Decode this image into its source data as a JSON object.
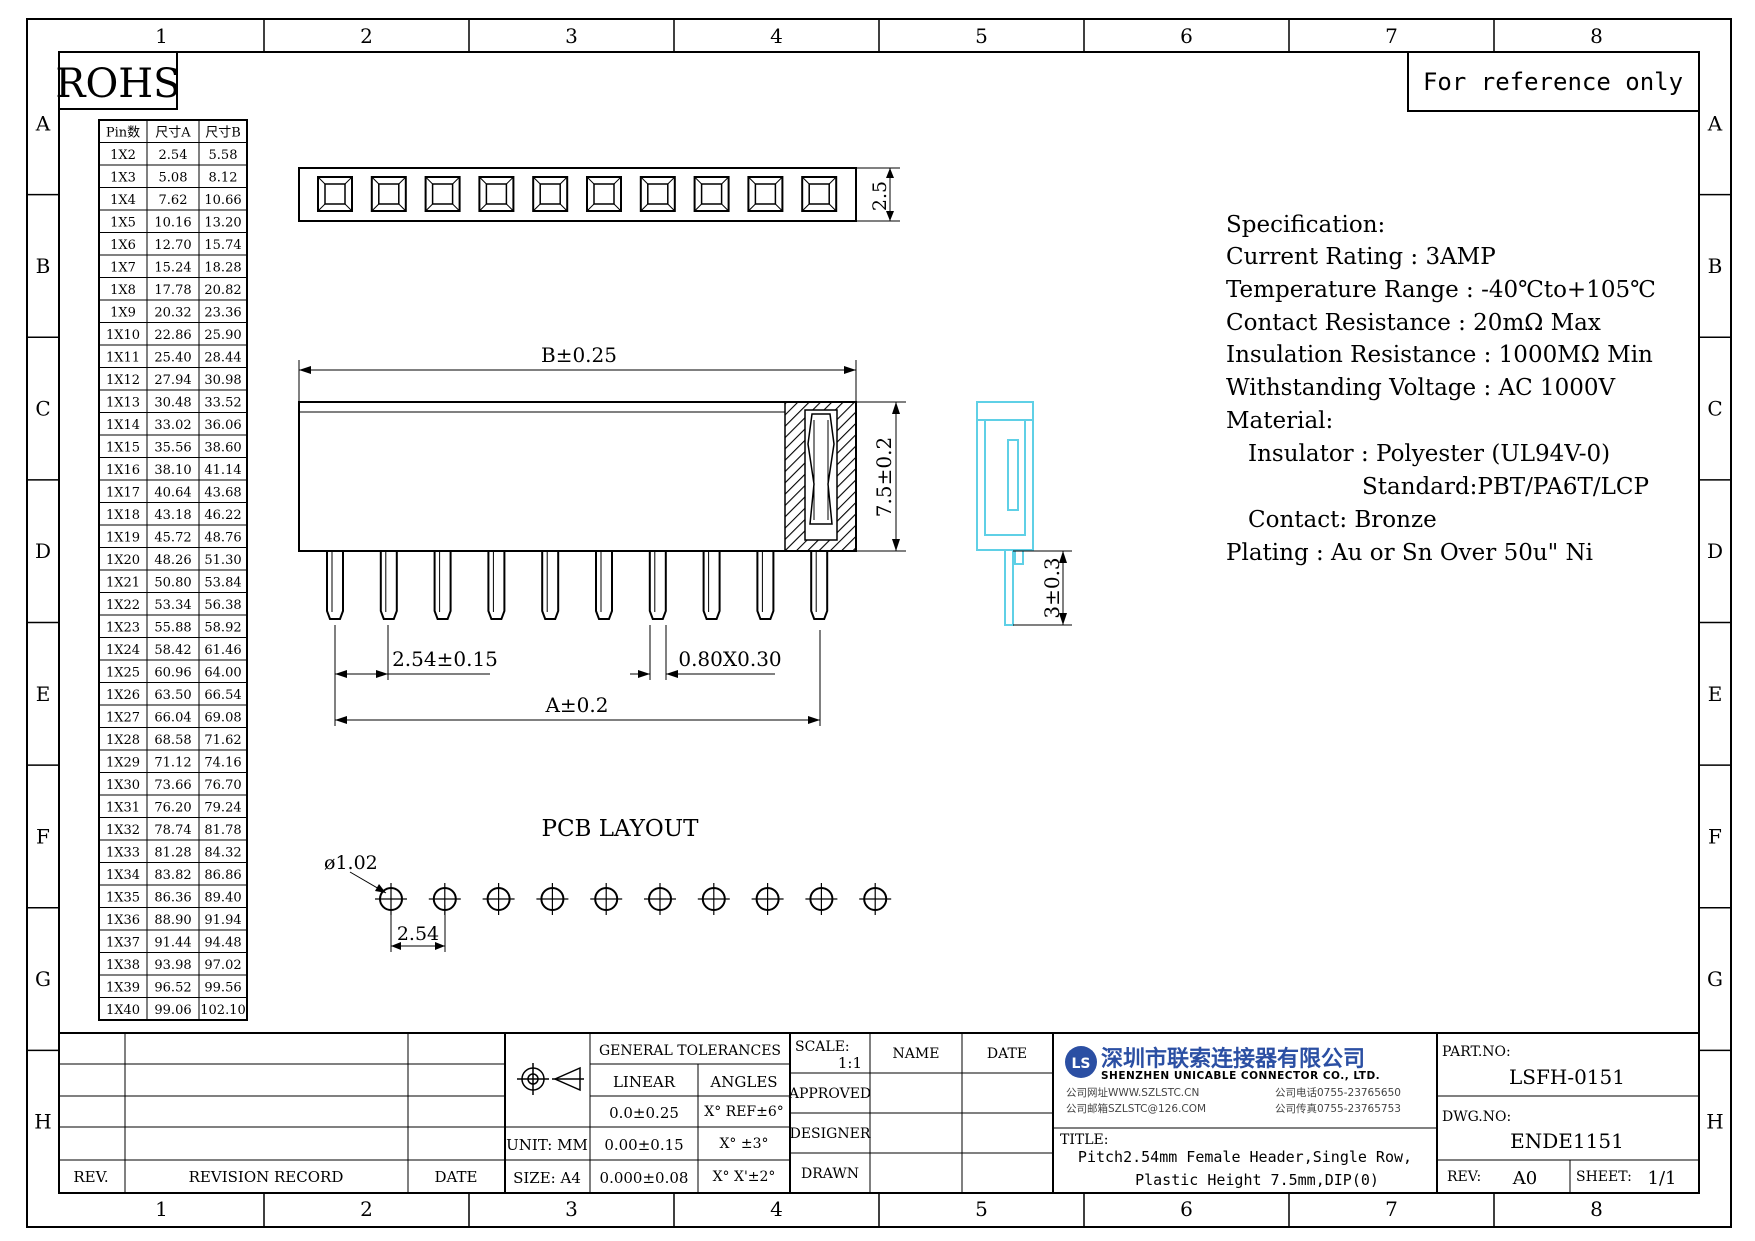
{
  "frame": {
    "columns": [
      "1",
      "2",
      "3",
      "4",
      "5",
      "6",
      "7",
      "8"
    ],
    "rows": [
      "A",
      "B",
      "C",
      "D",
      "E",
      "F",
      "G",
      "H"
    ]
  },
  "rohs_label": "ROHS",
  "reference_note": "For reference only",
  "pin_table": {
    "headers": [
      "Pin数",
      "尺寸A",
      "尺寸B"
    ],
    "rows": [
      [
        "1X2",
        "2.54",
        "5.58"
      ],
      [
        "1X3",
        "5.08",
        "8.12"
      ],
      [
        "1X4",
        "7.62",
        "10.66"
      ],
      [
        "1X5",
        "10.16",
        "13.20"
      ],
      [
        "1X6",
        "12.70",
        "15.74"
      ],
      [
        "1X7",
        "15.24",
        "18.28"
      ],
      [
        "1X8",
        "17.78",
        "20.82"
      ],
      [
        "1X9",
        "20.32",
        "23.36"
      ],
      [
        "1X10",
        "22.86",
        "25.90"
      ],
      [
        "1X11",
        "25.40",
        "28.44"
      ],
      [
        "1X12",
        "27.94",
        "30.98"
      ],
      [
        "1X13",
        "30.48",
        "33.52"
      ],
      [
        "1X14",
        "33.02",
        "36.06"
      ],
      [
        "1X15",
        "35.56",
        "38.60"
      ],
      [
        "1X16",
        "38.10",
        "41.14"
      ],
      [
        "1X17",
        "40.64",
        "43.68"
      ],
      [
        "1X18",
        "43.18",
        "46.22"
      ],
      [
        "1X19",
        "45.72",
        "48.76"
      ],
      [
        "1X20",
        "48.26",
        "51.30"
      ],
      [
        "1X21",
        "50.80",
        "53.84"
      ],
      [
        "1X22",
        "53.34",
        "56.38"
      ],
      [
        "1X23",
        "55.88",
        "58.92"
      ],
      [
        "1X24",
        "58.42",
        "61.46"
      ],
      [
        "1X25",
        "60.96",
        "64.00"
      ],
      [
        "1X26",
        "63.50",
        "66.54"
      ],
      [
        "1X27",
        "66.04",
        "69.08"
      ],
      [
        "1X28",
        "68.58",
        "71.62"
      ],
      [
        "1X29",
        "71.12",
        "74.16"
      ],
      [
        "1X30",
        "73.66",
        "76.70"
      ],
      [
        "1X31",
        "76.20",
        "79.24"
      ],
      [
        "1X32",
        "78.74",
        "81.78"
      ],
      [
        "1X33",
        "81.28",
        "84.32"
      ],
      [
        "1X34",
        "83.82",
        "86.86"
      ],
      [
        "1X35",
        "86.36",
        "89.40"
      ],
      [
        "1X36",
        "88.90",
        "91.94"
      ],
      [
        "1X37",
        "91.44",
        "94.48"
      ],
      [
        "1X38",
        "93.98",
        "97.02"
      ],
      [
        "1X39",
        "96.52",
        "99.56"
      ],
      [
        "1X40",
        "99.06",
        "102.10"
      ]
    ]
  },
  "drawing": {
    "top_view_pins": 10,
    "top_height_dim": "2.5",
    "width_dim": "B±0.25",
    "height_dim": "7.5±0.2",
    "pitch_dim": "2.54±0.15",
    "pin_size_dim": "0.80X0.30",
    "length_dim": "A±0.2",
    "tail_dim": "3±0.3",
    "pcb_title": "PCB LAYOUT",
    "hole_dim": "ø1.02",
    "pcb_pitch_dim": "2.54",
    "pcb_holes": 10,
    "side_view_color": "#5fd0e6"
  },
  "spec": {
    "title": "Specification:",
    "lines": [
      "Current Rating : 3AMP",
      "Temperature Range : -40℃to+105℃",
      "Contact Resistance : 20mΩ Max",
      "Insulation Resistance : 1000MΩ Min",
      "Withstanding Voltage : AC 1000V",
      "Material:"
    ],
    "insulator": "Insulator : Polyester (UL94V-0)",
    "standard": "Standard:PBT/PA6T/LCP",
    "contact": "Contact: Bronze",
    "plating": "Plating : Au or Sn Over 50u\" Ni"
  },
  "title_block": {
    "rev_label": "REV.",
    "revision_record_label": "REVISION RECORD",
    "date_label": "DATE",
    "unit_label": "UNIT: MM",
    "size_label": "SIZE: A4",
    "general_tolerances": "GENERAL TOLERANCES",
    "linear_label": "LINEAR",
    "angles_label": "ANGLES",
    "linear_values": [
      "0.0±0.25",
      "0.00±0.15",
      "0.000±0.08"
    ],
    "angle_values": [
      "X° REF±6°",
      "X° ±3°",
      "X° X'±2°"
    ],
    "scale_label": "SCALE:",
    "scale_value": "1:1",
    "name_label": "NAME",
    "date_col_label": "DATE",
    "approved_label": "APPROVED",
    "designer_label": "DESIGNER",
    "drawn_label": "DRAWN",
    "company_cn": "深圳市联索连接器有限公司",
    "company_en": "SHENZHEN UNICABLE CONNECTOR CO., LTD.",
    "company_web": "公司网址WWW.SZLSTC.CN",
    "company_mail": "公司邮箱SZLSTC@126.COM",
    "company_tel": "公司电话0755-23765650",
    "company_fax": "公司传真0755-23765753",
    "logo_text": "LS",
    "title_label": "TITLE:",
    "title_line1": "Pitch2.54mm Female Header,Single Row,",
    "title_line2": "Plastic Height 7.5mm,DIP(0)",
    "part_no_label": "PART.NO:",
    "part_no": "LSFH-0151",
    "dwg_no_label": "DWG.NO:",
    "dwg_no": "ENDE1151",
    "rev_field_label": "REV:",
    "rev_value": "A0",
    "sheet_label": "SHEET:",
    "sheet_value": "1/1",
    "logo_color": "#2b4fa3"
  }
}
